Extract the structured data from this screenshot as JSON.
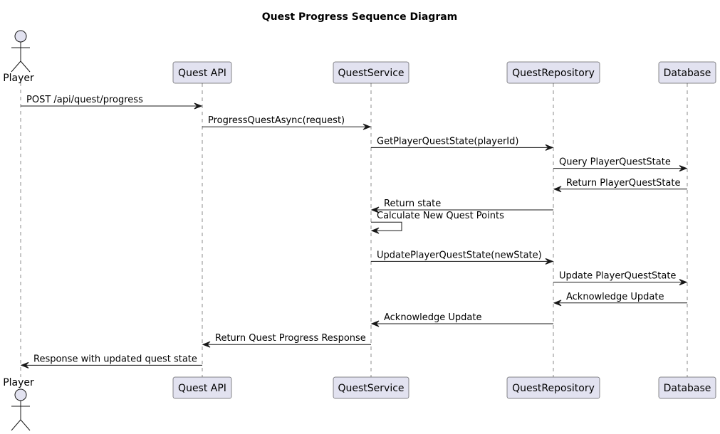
{
  "title": "Quest Progress Sequence Diagram",
  "colors": {
    "participant_fill": "#E2E2F0",
    "participant_stroke": "#181818",
    "lifeline": "#181818",
    "arrow": "#181818"
  },
  "participants": [
    {
      "id": "player",
      "label": "Player",
      "type": "actor"
    },
    {
      "id": "api",
      "label": "Quest API",
      "type": "participant"
    },
    {
      "id": "svc",
      "label": "QuestService",
      "type": "participant"
    },
    {
      "id": "repo",
      "label": "QuestRepository",
      "type": "participant"
    },
    {
      "id": "db",
      "label": "Database",
      "type": "participant"
    }
  ],
  "messages": [
    {
      "from": "player",
      "to": "api",
      "label": "POST /api/quest/progress"
    },
    {
      "from": "api",
      "to": "svc",
      "label": "ProgressQuestAsync(request)"
    },
    {
      "from": "svc",
      "to": "repo",
      "label": "GetPlayerQuestState(playerId)"
    },
    {
      "from": "repo",
      "to": "db",
      "label": "Query PlayerQuestState"
    },
    {
      "from": "db",
      "to": "repo",
      "label": "Return PlayerQuestState"
    },
    {
      "from": "repo",
      "to": "svc",
      "label": "Return state"
    },
    {
      "from": "svc",
      "to": "svc",
      "label": "Calculate New Quest Points"
    },
    {
      "from": "svc",
      "to": "repo",
      "label": "UpdatePlayerQuestState(newState)"
    },
    {
      "from": "repo",
      "to": "db",
      "label": "Update PlayerQuestState"
    },
    {
      "from": "db",
      "to": "repo",
      "label": "Acknowledge Update"
    },
    {
      "from": "repo",
      "to": "svc",
      "label": "Acknowledge Update"
    },
    {
      "from": "svc",
      "to": "api",
      "label": "Return Quest Progress Response"
    },
    {
      "from": "api",
      "to": "player",
      "label": "Response with updated quest state"
    }
  ]
}
